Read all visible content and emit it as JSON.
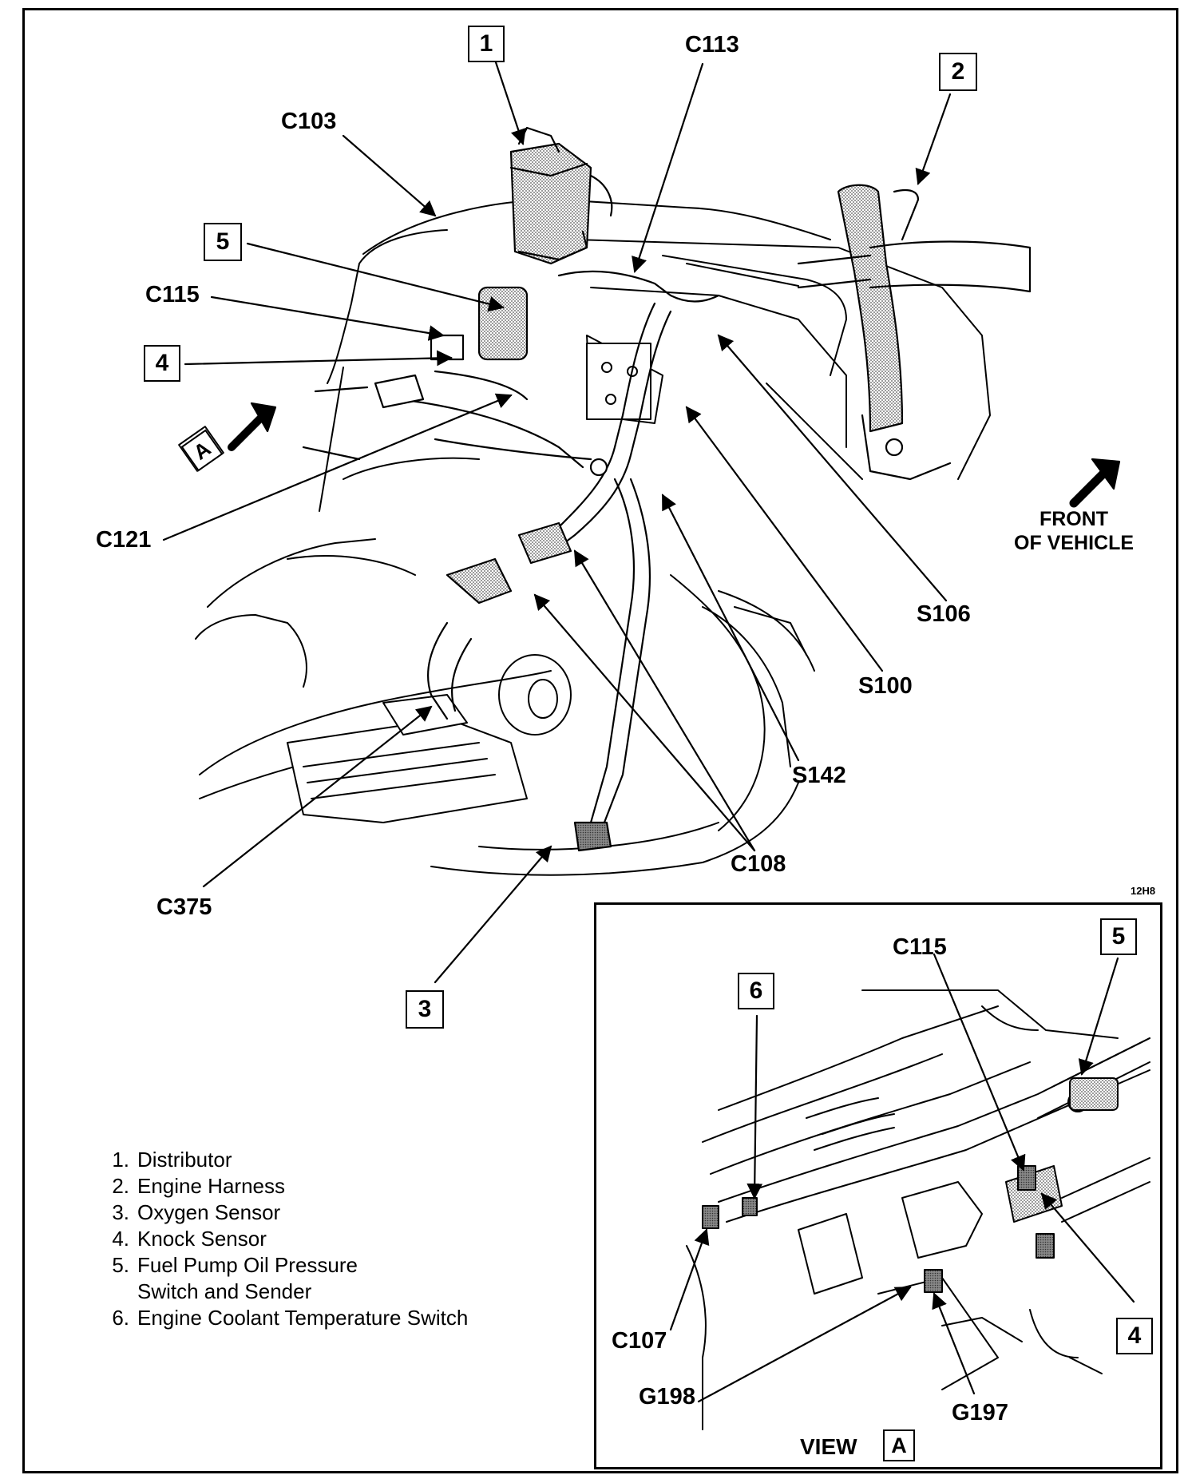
{
  "callouts_main": {
    "c113": "C113",
    "c103": "C103",
    "c115": "C115",
    "c121": "C121",
    "s106": "S106",
    "s100": "S100",
    "s142": "S142",
    "c108": "C108",
    "c375": "C375"
  },
  "number_boxes": {
    "n1": "1",
    "n2": "2",
    "n3": "3",
    "n4": "4",
    "n5": "5",
    "view_a_marker": "A"
  },
  "front_of_vehicle": {
    "line1": "FRONT",
    "line2": "OF VEHICLE"
  },
  "figure_code": "12H8",
  "legend": [
    {
      "num": "1.",
      "text": "Distributor"
    },
    {
      "num": "2.",
      "text": "Engine Harness"
    },
    {
      "num": "3.",
      "text": "Oxygen Sensor"
    },
    {
      "num": "4.",
      "text": "Knock Sensor"
    },
    {
      "num": "5.",
      "text": "Fuel Pump Oil Pressure",
      "text2": "Switch and Sender"
    },
    {
      "num": "6.",
      "text": "Engine Coolant Temperature Switch"
    }
  ],
  "inset": {
    "c115": "C115",
    "c107": "C107",
    "g198": "G198",
    "g197": "G197",
    "box5": "5",
    "box6": "6",
    "box4": "4",
    "view_label": "VIEW",
    "view_box": "A"
  }
}
